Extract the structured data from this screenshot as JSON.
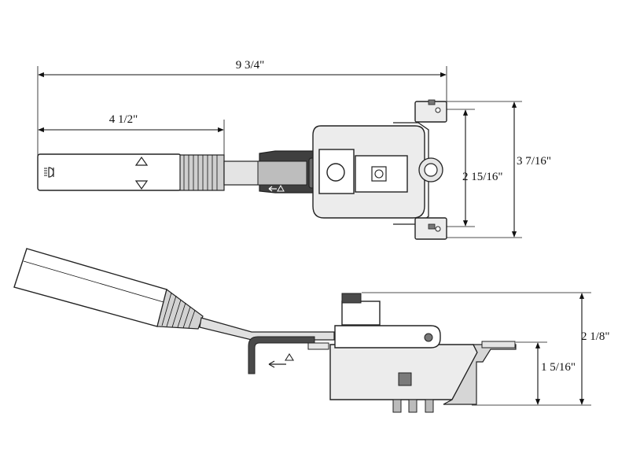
{
  "dimensions": {
    "overall_length": "9 3/4\"",
    "lever_length": "4 1/2\"",
    "inner_height": "2 15/16\"",
    "outer_height": "3 7/16\"",
    "side_total_height": "2 1/8\"",
    "side_body_height": "1 5/16\""
  },
  "colors": {
    "ink": "#111111",
    "body": "#ececec",
    "dark": "#555555",
    "mid": "#9a9a9a"
  },
  "icons": {
    "lever_symbol": "headlight-beam-icon",
    "up_arrow": "triangle-up-icon",
    "down_arrow": "triangle-down-icon",
    "direction_marker": "arrow-left-triangle-icon"
  }
}
